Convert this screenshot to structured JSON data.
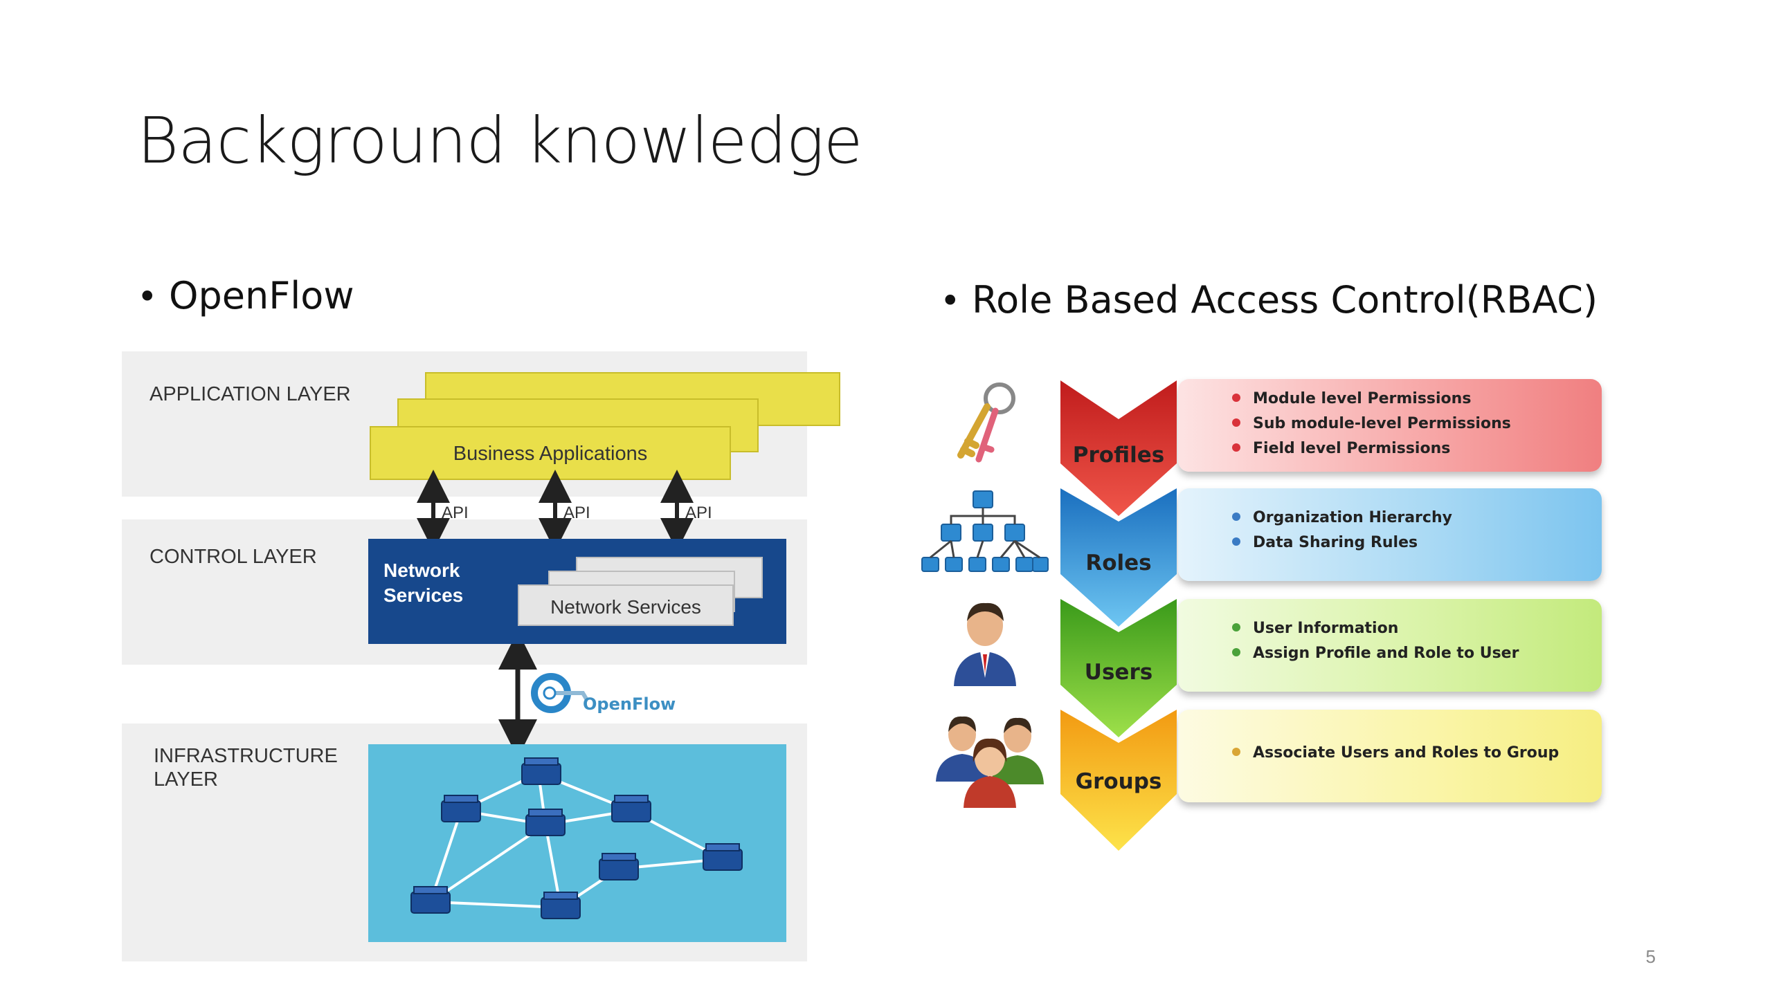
{
  "slide": {
    "title": "Background knowledge",
    "page_number": "5"
  },
  "bullets": {
    "openflow": "OpenFlow",
    "rbac": "Role Based Access Control(RBAC)"
  },
  "openflow_diagram": {
    "layers": {
      "application": "APPLICATION LAYER",
      "control": "CONTROL LAYER",
      "infrastructure": "INFRASTRUCTURE\nLAYER"
    },
    "business_apps": "Business Applications",
    "api_labels": [
      "API",
      "API",
      "API"
    ],
    "control_title": "Network\nServices",
    "network_services": "Network Services",
    "openflow_logo_text": "OpenFlow",
    "colors": {
      "band": "#efefef",
      "app_yellow": "#e9df4a",
      "control_blue": "#17488c",
      "infra_cyan": "#5cbedc",
      "switch_blue": "#1d4f9a"
    }
  },
  "rbac_diagram": {
    "rows": [
      {
        "label": "Profiles",
        "icon": "keys-icon",
        "color": "#e03a2e",
        "bullet_color": "#d9323a",
        "items": [
          "Module level Permissions",
          "Sub module-level Permissions",
          "Field level Permissions"
        ]
      },
      {
        "label": "Roles",
        "icon": "hierarchy-icon",
        "color": "#2f8fd8",
        "bullet_color": "#3a7bc4",
        "items": [
          "Organization Hierarchy",
          "Data Sharing Rules"
        ]
      },
      {
        "label": "Users",
        "icon": "user-icon",
        "color": "#5ab82c",
        "bullet_color": "#4aa23a",
        "items": [
          "User Information",
          "Assign Profile and Role to User"
        ]
      },
      {
        "label": "Groups",
        "icon": "group-icon",
        "color": "#f2b21d",
        "bullet_color": "#d9a534",
        "items": [
          "Associate Users and Roles to Group"
        ]
      }
    ]
  }
}
